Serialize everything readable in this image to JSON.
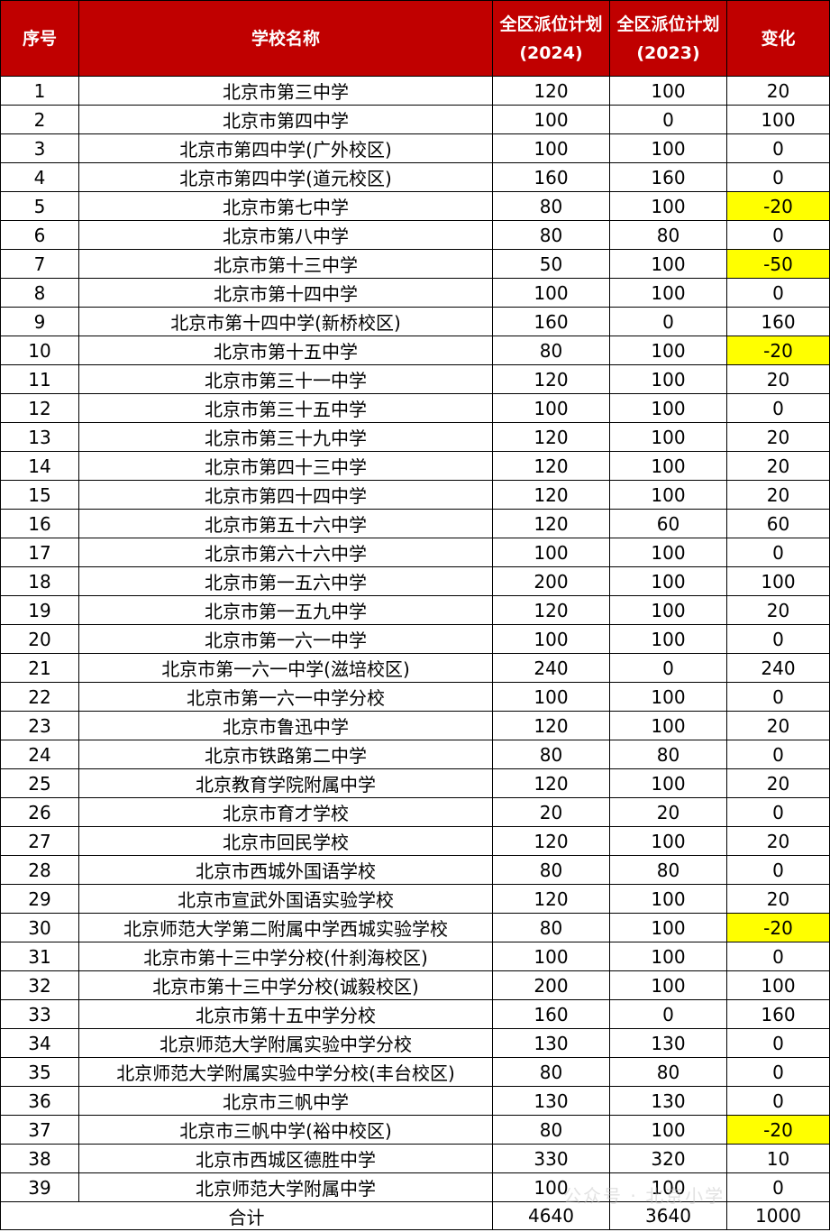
{
  "header": {
    "col_index": "序号",
    "col_school": "学校名称",
    "col_2024": "全区派位计划(2024)",
    "col_2023": "全区派位计划(2023)",
    "col_change": "变化"
  },
  "highlight_color": "#ffff00",
  "header_color": "#c00000",
  "rows": [
    {
      "no": "1",
      "school": "北京市第三中学",
      "y2024": "120",
      "y2023": "100",
      "change": "20"
    },
    {
      "no": "2",
      "school": "北京市第四中学",
      "y2024": "100",
      "y2023": "0",
      "change": "100"
    },
    {
      "no": "3",
      "school": "北京市第四中学(广外校区)",
      "y2024": "100",
      "y2023": "100",
      "change": "0"
    },
    {
      "no": "4",
      "school": "北京市第四中学(道元校区)",
      "y2024": "160",
      "y2023": "160",
      "change": "0"
    },
    {
      "no": "5",
      "school": "北京市第七中学",
      "y2024": "80",
      "y2023": "100",
      "change": "-20"
    },
    {
      "no": "6",
      "school": "北京市第八中学",
      "y2024": "80",
      "y2023": "80",
      "change": "0"
    },
    {
      "no": "7",
      "school": "北京市第十三中学",
      "y2024": "50",
      "y2023": "100",
      "change": "-50"
    },
    {
      "no": "8",
      "school": "北京市第十四中学",
      "y2024": "100",
      "y2023": "100",
      "change": "0"
    },
    {
      "no": "9",
      "school": "北京市第十四中学(新桥校区)",
      "y2024": "160",
      "y2023": "0",
      "change": "160"
    },
    {
      "no": "10",
      "school": "北京市第十五中学",
      "y2024": "80",
      "y2023": "100",
      "change": "-20"
    },
    {
      "no": "11",
      "school": "北京市第三十一中学",
      "y2024": "120",
      "y2023": "100",
      "change": "20"
    },
    {
      "no": "12",
      "school": "北京市第三十五中学",
      "y2024": "100",
      "y2023": "100",
      "change": "0"
    },
    {
      "no": "13",
      "school": "北京市第三十九中学",
      "y2024": "120",
      "y2023": "100",
      "change": "20"
    },
    {
      "no": "14",
      "school": "北京市第四十三中学",
      "y2024": "120",
      "y2023": "100",
      "change": "20"
    },
    {
      "no": "15",
      "school": "北京市第四十四中学",
      "y2024": "120",
      "y2023": "100",
      "change": "20"
    },
    {
      "no": "16",
      "school": "北京市第五十六中学",
      "y2024": "120",
      "y2023": "60",
      "change": "60"
    },
    {
      "no": "17",
      "school": "北京市第六十六中学",
      "y2024": "100",
      "y2023": "100",
      "change": "0"
    },
    {
      "no": "18",
      "school": "北京市第一五六中学",
      "y2024": "200",
      "y2023": "100",
      "change": "100"
    },
    {
      "no": "19",
      "school": "北京市第一五九中学",
      "y2024": "120",
      "y2023": "100",
      "change": "20"
    },
    {
      "no": "20",
      "school": "北京市第一六一中学",
      "y2024": "100",
      "y2023": "100",
      "change": "0"
    },
    {
      "no": "21",
      "school": "北京市第一六一中学(滋培校区)",
      "y2024": "240",
      "y2023": "0",
      "change": "240"
    },
    {
      "no": "22",
      "school": "北京市第一六一中学分校",
      "y2024": "100",
      "y2023": "100",
      "change": "0"
    },
    {
      "no": "23",
      "school": "北京市鲁迅中学",
      "y2024": "120",
      "y2023": "100",
      "change": "20"
    },
    {
      "no": "24",
      "school": "北京市铁路第二中学",
      "y2024": "80",
      "y2023": "80",
      "change": "0"
    },
    {
      "no": "25",
      "school": "北京教育学院附属中学",
      "y2024": "120",
      "y2023": "100",
      "change": "20"
    },
    {
      "no": "26",
      "school": "北京市育才学校",
      "y2024": "20",
      "y2023": "20",
      "change": "0"
    },
    {
      "no": "27",
      "school": "北京市回民学校",
      "y2024": "120",
      "y2023": "100",
      "change": "20"
    },
    {
      "no": "28",
      "school": "北京市西城外国语学校",
      "y2024": "80",
      "y2023": "80",
      "change": "0"
    },
    {
      "no": "29",
      "school": "北京市宣武外国语实验学校",
      "y2024": "120",
      "y2023": "100",
      "change": "20"
    },
    {
      "no": "30",
      "school": "北京师范大学第二附属中学西城实验学校",
      "y2024": "80",
      "y2023": "100",
      "change": "-20"
    },
    {
      "no": "31",
      "school": "北京市第十三中学分校(什刹海校区)",
      "y2024": "100",
      "y2023": "100",
      "change": "0"
    },
    {
      "no": "32",
      "school": "北京市第十三中学分校(诚毅校区)",
      "y2024": "200",
      "y2023": "100",
      "change": "100"
    },
    {
      "no": "33",
      "school": "北京市第十五中学分校",
      "y2024": "160",
      "y2023": "0",
      "change": "160"
    },
    {
      "no": "34",
      "school": "北京师范大学附属实验中学分校",
      "y2024": "130",
      "y2023": "130",
      "change": "0"
    },
    {
      "no": "35",
      "school": "北京师范大学附属实验中学分校(丰台校区)",
      "y2024": "80",
      "y2023": "80",
      "change": "0"
    },
    {
      "no": "36",
      "school": "北京市三帆中学",
      "y2024": "130",
      "y2023": "130",
      "change": "0"
    },
    {
      "no": "37",
      "school": "北京市三帆中学(裕中校区)",
      "y2024": "80",
      "y2023": "100",
      "change": "-20"
    },
    {
      "no": "38",
      "school": "北京市西城区德胜中学",
      "y2024": "330",
      "y2023": "320",
      "change": "10"
    },
    {
      "no": "39",
      "school": "北京师范大学附属中学",
      "y2024": "100",
      "y2023": "100",
      "change": "0"
    }
  ],
  "total": {
    "label": "合计",
    "y2024": "4640",
    "y2023": "3640",
    "change": "1000"
  },
  "watermark": "公众号 · 北京小学"
}
